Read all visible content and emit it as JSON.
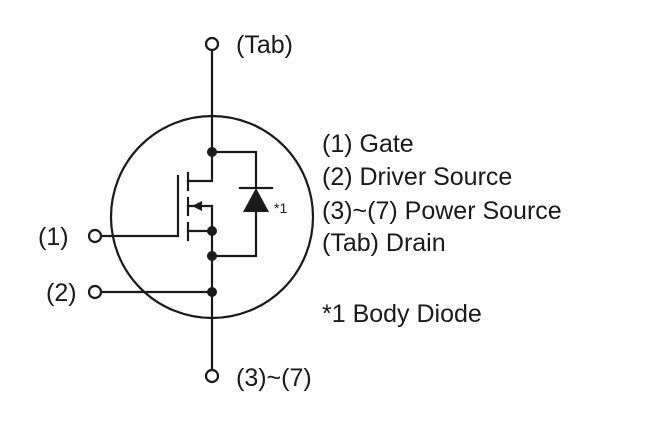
{
  "terminals": {
    "tab": "(Tab)",
    "pin1": "(1)",
    "pin2": "(2)",
    "pins3to7": "(3)~(7)"
  },
  "diode_note_marker": "*1",
  "legend": [
    "(1) Gate",
    "(2) Driver Source",
    "(3)~(7) Power Source",
    "(Tab) Drain"
  ],
  "footnote": "*1 Body Diode"
}
